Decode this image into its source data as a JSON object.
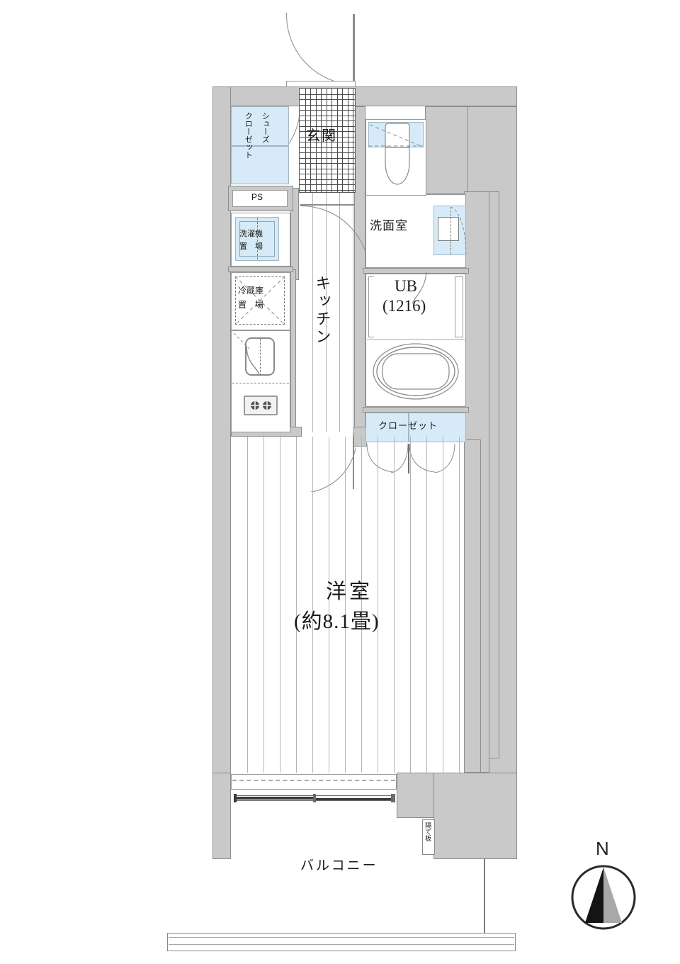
{
  "plan": {
    "type": "floor-plan",
    "layout_type": "1K",
    "rooms": [
      {
        "key": "genkan",
        "label": "玄関",
        "orientation": "horizontal",
        "note": "entrance / tiled土間"
      },
      {
        "key": "shoes_closet",
        "label": "シューズクローゼット",
        "orientation": "vertical-2col",
        "note": "shoe closet"
      },
      {
        "key": "ps",
        "label": "PS",
        "orientation": "horizontal",
        "note": "pipe shaft"
      },
      {
        "key": "washer",
        "label": "洗濯機置場",
        "orientation": "grid-2x2",
        "note": "washing machine space"
      },
      {
        "key": "fridge",
        "label": "冷蔵庫置場",
        "orientation": "grid-2x2",
        "note": "refrigerator space"
      },
      {
        "key": "kitchen",
        "label": "キッチン",
        "orientation": "vertical",
        "note": "kitchen"
      },
      {
        "key": "washroom",
        "label": "洗面室",
        "orientation": "horizontal",
        "note": "wash / vanity room"
      },
      {
        "key": "unit_bath",
        "label": "UB",
        "sublabel": "(1216)",
        "orientation": "horizontal",
        "note": "unit bath size 1216"
      },
      {
        "key": "closet",
        "label": "クローゼット",
        "orientation": "horizontal",
        "note": "closet"
      },
      {
        "key": "main_room",
        "label": "洋室",
        "sublabel": "(約8.1畳)",
        "orientation": "horizontal",
        "note": "western-style room approx 8.1 tatami"
      },
      {
        "key": "balcony",
        "label": "バルコニー",
        "orientation": "horizontal",
        "note": "balcony"
      },
      {
        "key": "partition",
        "label": "隔て板",
        "orientation": "vertical",
        "note": "balcony partition board"
      }
    ],
    "compass": {
      "letter": "N",
      "direction": "up"
    },
    "colors": {
      "wall_fill": "#c9c9c9",
      "wall_stroke": "#8d8d8d",
      "room_fill": "#ffffff",
      "accent_blue": "#d6ebf7",
      "accent_blue_stroke": "#9fb7c6",
      "text": "#1a1a1a",
      "plank_line": "#b4b4b4",
      "tile_line": "#4a4a4a"
    }
  }
}
